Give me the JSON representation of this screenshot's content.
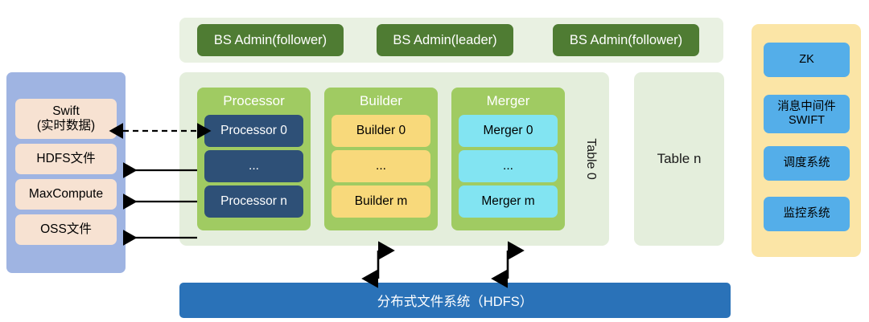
{
  "sources": {
    "panel_name": "data-sources",
    "items": [
      {
        "label": "Swift\n(实时数据)",
        "line1": "Swift",
        "line2": "(实时数据)",
        "arrow": "bidirectional-dashed"
      },
      {
        "label": "HDFS文件",
        "line1": "HDFS文件",
        "line2": "",
        "arrow": "left-solid"
      },
      {
        "label": "MaxCompute",
        "line1": "MaxCompute",
        "line2": "",
        "arrow": "left-solid"
      },
      {
        "label": "OSS文件",
        "line1": "OSS文件",
        "line2": "",
        "arrow": "left-solid"
      }
    ]
  },
  "admin": {
    "boxes": [
      {
        "label": "BS Admin(follower)"
      },
      {
        "label": "BS Admin(leader)"
      },
      {
        "label": "BS Admin(follower)"
      }
    ]
  },
  "table0": {
    "side_label": "Table 0",
    "columns": [
      {
        "title": "Processor",
        "cells": [
          {
            "label": "Processor 0"
          },
          {
            "label": "..."
          },
          {
            "label": "Processor n"
          }
        ]
      },
      {
        "title": "Builder",
        "cells": [
          {
            "label": "Builder 0"
          },
          {
            "label": "..."
          },
          {
            "label": "Builder m"
          }
        ]
      },
      {
        "title": "Merger",
        "cells": [
          {
            "label": "Merger 0"
          },
          {
            "label": "..."
          },
          {
            "label": "Merger m"
          }
        ]
      }
    ]
  },
  "tablen": {
    "label": "Table n"
  },
  "services": {
    "items": [
      {
        "line1": "ZK",
        "line2": ""
      },
      {
        "line1": "消息中间件",
        "line2": "SWIFT"
      },
      {
        "line1": "调度系统",
        "line2": ""
      },
      {
        "line1": "监控系统",
        "line2": ""
      }
    ]
  },
  "storage": {
    "label": "分布式文件系统（HDFS）"
  },
  "colors": {
    "source_panel": "#9fb4e2",
    "source_box": "#f7e2d2",
    "admin_band": "#e9f1e2",
    "admin_box": "#4f7c33",
    "table_panel": "#e4eedc",
    "column_green": "#a0cb62",
    "processor_cell": "#2e5077",
    "builder_cell": "#f8d97b",
    "merger_cell": "#82e4f2",
    "services_panel": "#fbe5a6",
    "service_box": "#54aee9",
    "hdfs_bar": "#2a72b8",
    "arrow": "#000000"
  }
}
